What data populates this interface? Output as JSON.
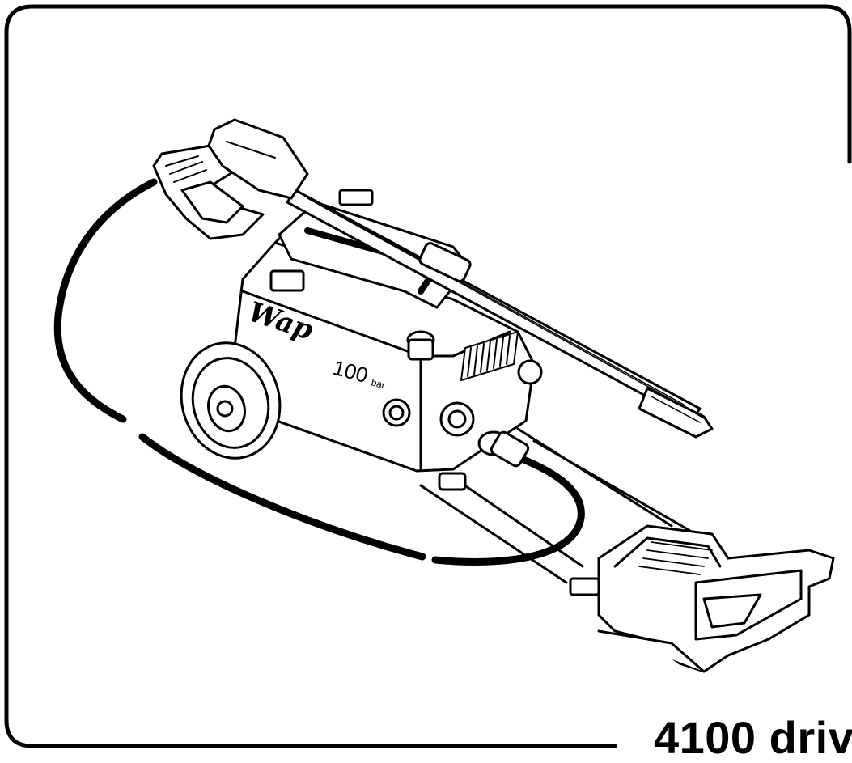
{
  "product": {
    "brand": "Wap",
    "pressure_value": "100",
    "pressure_unit": "bar",
    "model_title": "4100 driv"
  },
  "colors": {
    "ink": "#000000",
    "paper": "#ffffff"
  }
}
